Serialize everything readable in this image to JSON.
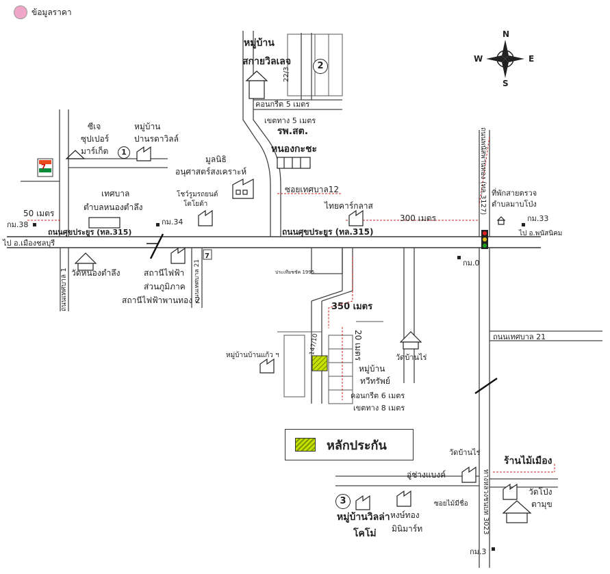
{
  "legend_top": {
    "label": "ข้อมูลราคา",
    "color": "#f0a6c8"
  },
  "legend_collateral": {
    "label": "หลักประกัน",
    "color": "#b8d600"
  },
  "compass": {
    "n": "N",
    "s": "S",
    "e": "E",
    "w": "W"
  },
  "markers": {
    "one": "1",
    "two": "2",
    "three": "3"
  },
  "labels": {
    "village_sakai_1": "หมู่บ้าน",
    "village_sakai_2": "สกายวิลเลจ",
    "lot_22_3": "22/3",
    "concrete_5m": "คอนกรีต 5 เมตร",
    "boundary_5m": "เขตทาง 5 เมตร",
    "hospital": "รพ.สต.",
    "nong_kracha": "หนองกะชะ",
    "foundation_1": "มูลนิธิ",
    "foundation_2": "อนุศาสตร์สงเคราะห์",
    "ce_1": "ซีเจ",
    "ce_2": "ซุปเปอร์",
    "ce_3": "มาร์เก็ต",
    "village_pan_1": "หมู่บ้าน",
    "village_pan_2": "ปานรดาวิลล์",
    "municipal_1": "เทศบาล",
    "municipal_2": "ตำบลหนองตำลึง",
    "toyota_1": "โชว์รูมรถยนต์",
    "toyota_2": "โตโยต้า",
    "soi12": "ซอยเทศบาล12",
    "thaicar": "ไทยคาร์กลาส",
    "m300": "300 เมตร",
    "m50": "50 เมตร",
    "km38": "กม.38",
    "km34": "กม.34",
    "km33": "กม.33",
    "km0": "กม.0",
    "km3": "กม.3",
    "road_main_left": "ถนนศุขประยูร (ทล.315)",
    "road_main_mid": "ถนนศุขประยูร (ทล.315)",
    "to_chonburi": "ไป อ.เมืองชลบุรี",
    "to_phanat": "ไป อ.พนัสนิคม",
    "check_1": "ที่พักสายตรวจ",
    "check_2": "ตำบลมาบโป่ง",
    "road_3127": "ถนนพนัสพานทอง (ทล.3127)",
    "wat_nong": "วัดหนองตำลึง",
    "power_1": "สถานีไฟฟ้า",
    "power_2": "ส่วนภูมิภาค",
    "power_3": "สถานีไฟฟ้าพานทอง 2",
    "soi_ted1": "ถนนเทศบาล 1",
    "soi_ted21_left": "ถนนเทศบาล 21",
    "m350": "350 เมตร",
    "m20": "20 เมตร",
    "lot_147": "147/10",
    "village_baan": "หมู่บ้านบ้านแก้ว ฯ",
    "village_tawee_1": "หมู่บ้าน",
    "village_tawee_2": "ทวีทรัพย์",
    "concrete_6m": "คอนกรีต 6 เมตร",
    "boundary_8m": "เขตทาง 8 เมตร",
    "wat_bansai": "วัดบ้านไร่",
    "road_ted21": "ถนนเทศบาล 21",
    "wat_bansai2": "วัดบ้านไร่",
    "ban_mai": "ร้านไม้เมือง",
    "soi_mai": "ซอยไม้มีชื่อ",
    "highway_3023": "ทางหลวงชนบท 3023",
    "wat_pong_1": "วัดโป่ง",
    "wat_pong_2": "ตามุข",
    "garage": "อู่ช่างแบงค์",
    "village_villa_1": "หมู่บ้านวิลล่า",
    "village_villa_2": "โคโม่",
    "hongthong_1": "หงษ์ทอง",
    "hongthong_2": "มินิมาร์ท",
    "small_sign": "ประเทียชชัค 1995"
  }
}
